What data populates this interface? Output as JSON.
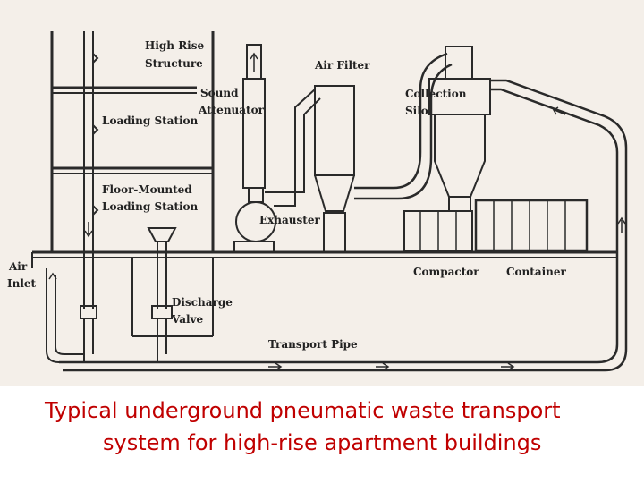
{
  "diagram": {
    "labels": {
      "high_rise_1": "High Rise",
      "high_rise_2": "Structure",
      "sound_1": "Sound",
      "sound_2": "Attenuator",
      "air_filter": "Air Filter",
      "collection_1": "Collection",
      "collection_2": "Silo",
      "loading_station": "Loading Station",
      "floor_1": "Floor-Mounted",
      "floor_2": "Loading Station",
      "exhauster": "Exhauster",
      "air_inlet_1": "Air",
      "air_inlet_2": "Inlet",
      "compactor": "Compactor",
      "container": "Container",
      "discharge_1": "Discharge",
      "discharge_2": "Valve",
      "transport_pipe": "Transport Pipe"
    }
  },
  "caption": {
    "line1": "Typical underground pneumatic waste transport",
    "line2": "system for high-rise apartment buildings"
  }
}
